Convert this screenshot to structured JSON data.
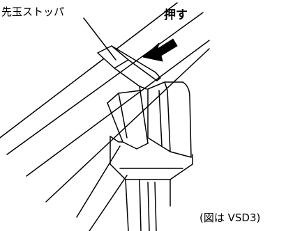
{
  "labels": {
    "stopper": "先玉ストッパ",
    "push": "押す",
    "caption": "(図は VSD3)"
  }
}
